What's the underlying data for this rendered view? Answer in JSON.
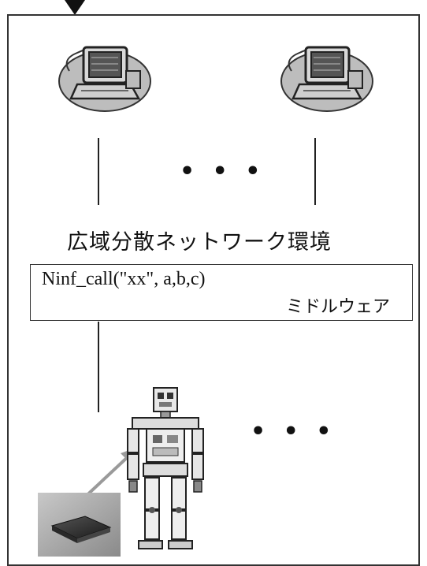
{
  "diagram": {
    "network_label": "広域分散ネットワーク環境",
    "middleware": {
      "code": "Ninf_call(\"xx\", a,b,c)",
      "label": "ミドルウェア"
    },
    "ellipsis_top": "• • •",
    "ellipsis_bottom": "• • •"
  },
  "icons": {
    "top_left": "computer-icon",
    "top_right": "computer-icon",
    "robot": "humanoid-robot-icon",
    "chip": "chip-photo-icon"
  }
}
